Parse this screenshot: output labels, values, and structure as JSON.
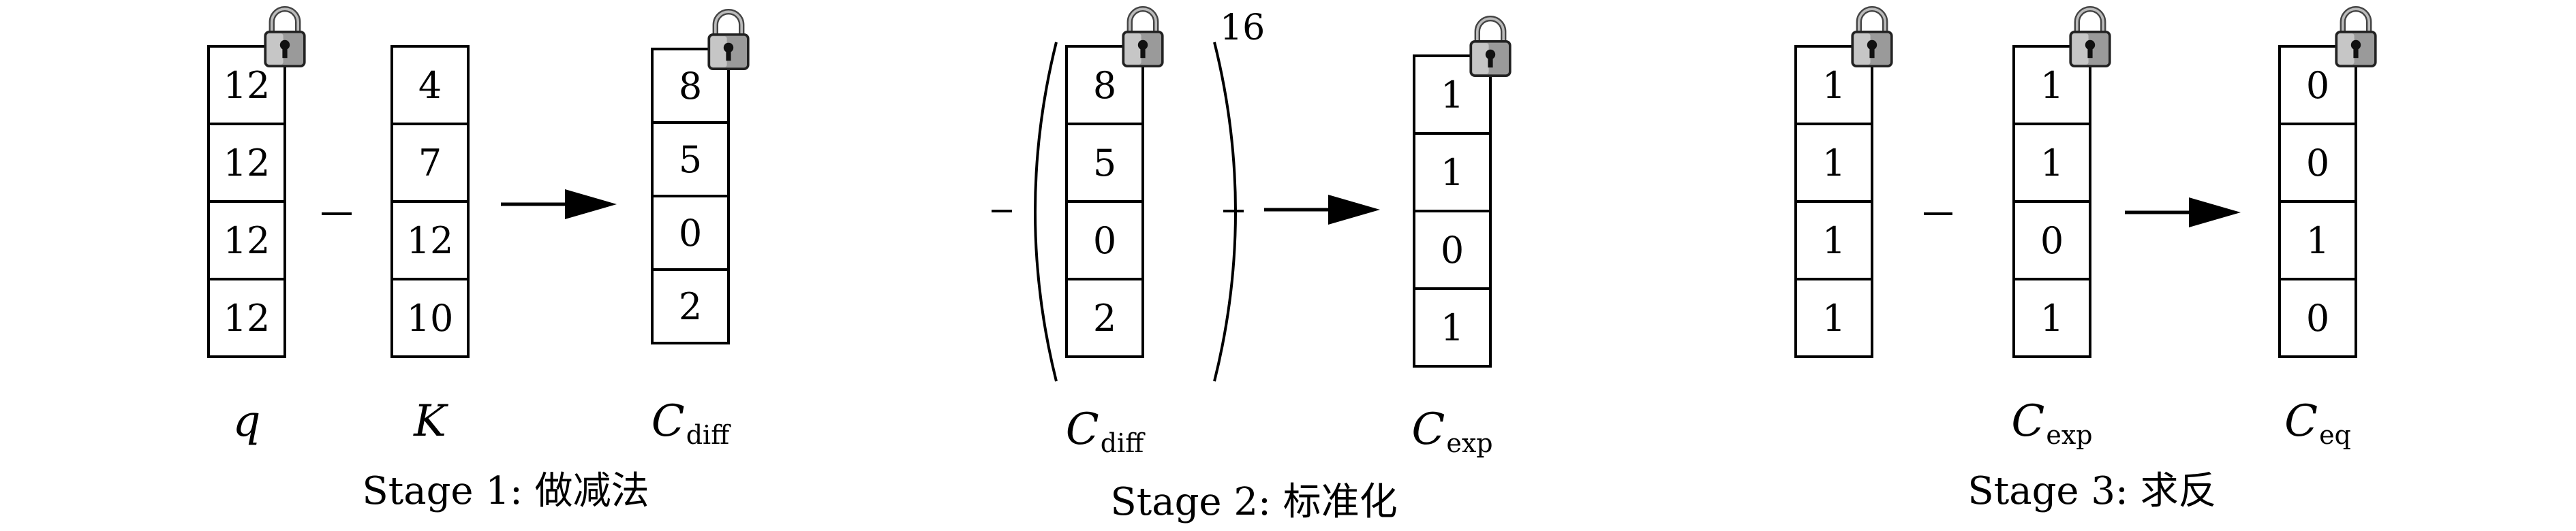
{
  "stages": [
    {
      "caption": "Stage 1: 做减法",
      "columns": [
        {
          "values": [
            "12",
            "12",
            "12",
            "12"
          ],
          "label": "q",
          "sub": "",
          "locked": true
        },
        {
          "values": [
            "4",
            "7",
            "12",
            "10"
          ],
          "label": "K",
          "sub": "",
          "locked": false
        },
        {
          "values": [
            "8",
            "5",
            "0",
            "2"
          ],
          "label": "C",
          "sub": "diff",
          "locked": true
        }
      ],
      "operator": "−"
    },
    {
      "caption": "Stage 2: 标准化",
      "columns": [
        {
          "values": [
            "8",
            "5",
            "0",
            "2"
          ],
          "label": "C",
          "sub": "diff",
          "locked": true
        },
        {
          "values": [
            "1",
            "1",
            "0",
            "1"
          ],
          "label": "C",
          "sub": "exp",
          "locked": true
        }
      ],
      "exponent": "16"
    },
    {
      "caption": "Stage 3: 求反",
      "columns": [
        {
          "values": [
            "1",
            "1",
            "1",
            "1"
          ],
          "label": "",
          "sub": "",
          "locked": true
        },
        {
          "values": [
            "1",
            "1",
            "0",
            "1"
          ],
          "label": "C",
          "sub": "exp",
          "locked": true
        },
        {
          "values": [
            "0",
            "0",
            "1",
            "0"
          ],
          "label": "C",
          "sub": "eq",
          "locked": true
        }
      ],
      "operator": "−"
    }
  ]
}
